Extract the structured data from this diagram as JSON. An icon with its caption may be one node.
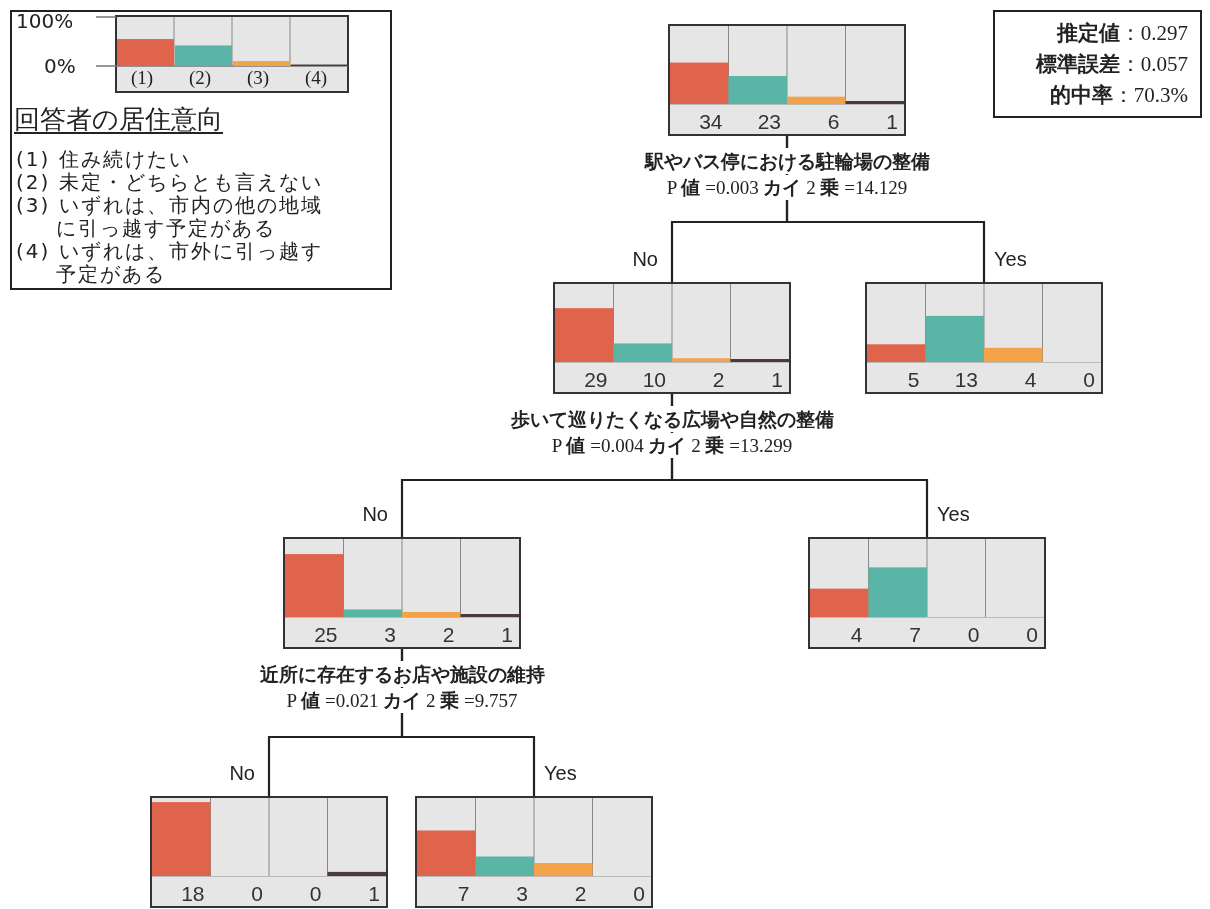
{
  "diagram": {
    "nodes": [
      {
        "text": [
          "34",
          "23",
          "6",
          "1"
        ],
        "beside": [
          "駅やバス停における駐輪場の整備",
          "P **値** =0.003 **カイ** 2 **乗** =14.129"
        ]
      },
      {
        "text": [
          "29",
          "10",
          "2",
          "1"
        ],
        "beside": [
          "歩いて巡りたくなる広場や自然の整備",
          "P **値** =0.004 **カイ** 2 **乗** =13.299"
        ]
      },
      {
        "text": [
          "5",
          "13",
          "4",
          "0"
        ]
      },
      {
        "text": [
          "25",
          "3",
          "2",
          "1"
        ],
        "beside": [
          "近所に存在するお店や施設の維持",
          "P **値** =0.021 **カイ** 2 **乗** =9.757"
        ]
      },
      {
        "text": [
          "4",
          "7",
          "0",
          "0"
        ]
      },
      {
        "text": [
          "18",
          "0",
          "0",
          "1"
        ]
      },
      {
        "text": [
          "7",
          "3",
          "2",
          "0"
        ]
      }
    ],
    "edges": [
      {
        "from": 0,
        "to": 1,
        "arrow": "none",
        "label": "No"
      },
      {
        "from": 0,
        "to": 2,
        "arrow": "none",
        "label": "Yes"
      },
      {
        "from": 1,
        "to": 3,
        "arrow": "none",
        "label": "No"
      },
      {
        "from": 1,
        "to": 4,
        "arrow": "none",
        "label": "Yes"
      },
      {
        "from": 3,
        "to": 5,
        "arrow": "none",
        "label": "No"
      },
      {
        "from": 3,
        "to": 6,
        "arrow": "none",
        "label": "Yes"
      }
    ],
    "labels": [
      "100%",
      "0%",
      "(1)",
      "(2)",
      "(3)",
      "(4)",
      "回答者の居住意向",
      "**推定値**：0.297",
      "**標準誤差**：0.057",
      "**的中率**：70.3%"
    ],
    "legend": [
      {
        "text": "(1) 住み続けたい",
        "color": "#e0644b"
      },
      {
        "text": "(2) 未定・どちらとも言えない",
        "color": "#5bb5a6"
      },
      {
        "text": "(3) いずれは、市内の他の地域に引っ越す予定がある",
        "color": "#f3a24a"
      },
      {
        "text": "(4) いずれは、市外に引っ越す予定がある",
        "color": "#4a3a3a"
      }
    ]
  }
}
